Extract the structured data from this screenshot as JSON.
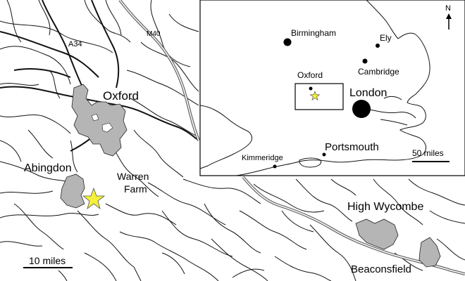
{
  "map": {
    "roads": [
      "A34",
      "M40"
    ],
    "places": {
      "oxford": "Oxford",
      "abingdon": "Abingdon",
      "warren_farm_line1": "Warren",
      "warren_farm_line2": "Farm",
      "high_wycombe": "High Wycombe",
      "beaconsfield": "Beaconsfield"
    },
    "scale_label": "10 miles",
    "site_marker_color": "#f5f03a",
    "urban_fill": "#b5b5b5"
  },
  "inset": {
    "north_label": "N",
    "places": {
      "birmingham": "Birmingham",
      "ely": "Ely",
      "cambridge": "Cambridge",
      "oxford": "Oxford",
      "london": "London",
      "portsmouth": "Portsmouth",
      "kimmeridge": "Kimmeridge"
    },
    "scale_label": "50 miles"
  }
}
